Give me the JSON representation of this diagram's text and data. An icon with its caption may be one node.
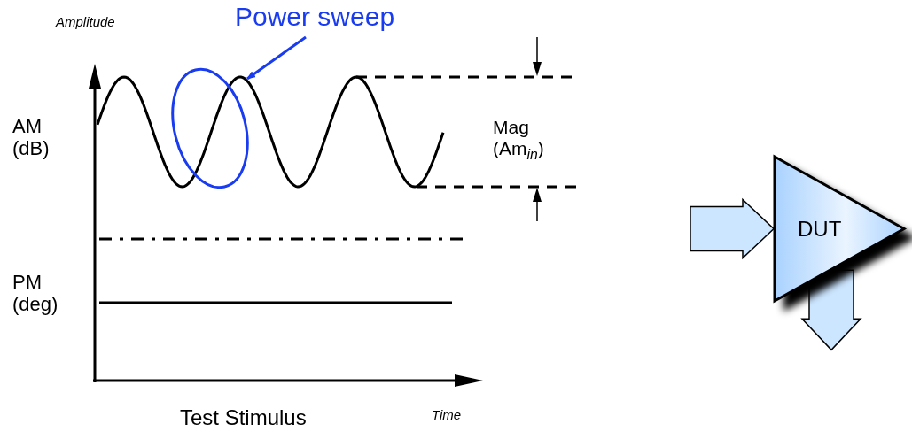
{
  "diagram": {
    "nodes": [
      {
        "text": [
          "Power sweep"
        ]
      },
      {
        "text": [],
        "shape": "ellipse"
      },
      {
        "text": [
          "DUT"
        ]
      }
    ],
    "edges": [
      {
        "from": 0,
        "to": 1,
        "arrow": "to",
        "color": "#1a3cf0"
      },
      {
        "from": null,
        "to": 2,
        "arrow": "to"
      },
      {
        "from": 2,
        "to": null,
        "arrow": "to"
      }
    ],
    "labels": [
      "Amplitude",
      "AM (dB)",
      "Mag (Am$_{in}$)",
      "PM (deg)",
      "Test Stimulus",
      "Time"
    ]
  }
}
